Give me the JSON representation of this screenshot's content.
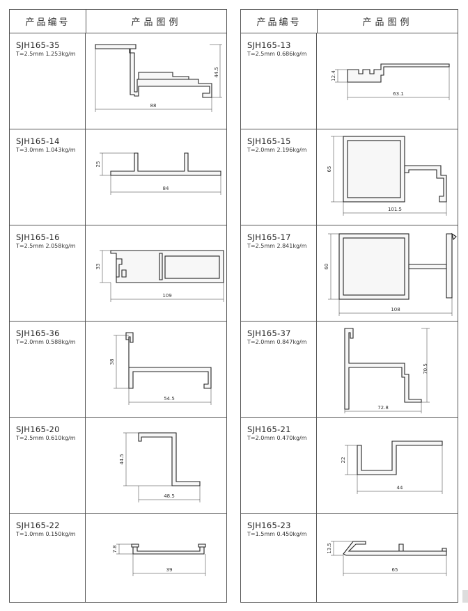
{
  "header": {
    "code_label": "产品编号",
    "figure_label": "产品图例"
  },
  "left": [
    {
      "code": "SJH165-35",
      "spec": "T=2.5mm  1.253kg/m",
      "dims": [
        "88",
        "44.5"
      ]
    },
    {
      "code": "SJH165-14",
      "spec": "T=3.0mm  1.043kg/m",
      "dims": [
        "84",
        "25"
      ]
    },
    {
      "code": "SJH165-16",
      "spec": "T=2.5mm  2.058kg/m",
      "dims": [
        "109",
        "33"
      ]
    },
    {
      "code": "SJH165-36",
      "spec": "T=2.0mm  0.588kg/m",
      "dims": [
        "54.5",
        "38"
      ]
    },
    {
      "code": "SJH165-20",
      "spec": "T=2.5mm  0.610kg/m",
      "dims": [
        "48.5",
        "44.5"
      ]
    },
    {
      "code": "SJH165-22",
      "spec": "T=1.0mm  0.150kg/m",
      "dims": [
        "39",
        "7.8"
      ]
    }
  ],
  "right": [
    {
      "code": "SJH165-13",
      "spec": "T=2.5mm  0.686kg/m",
      "dims": [
        "63.1",
        "12.4"
      ]
    },
    {
      "code": "SJH165-15",
      "spec": "T=2.0mm  2.196kg/m",
      "dims": [
        "101.5",
        "65"
      ]
    },
    {
      "code": "SJH165-17",
      "spec": "T=2.5mm  2.841kg/m",
      "dims": [
        "108",
        "60"
      ]
    },
    {
      "code": "SJH165-37",
      "spec": "T=2.0mm  0.847kg/m",
      "dims": [
        "72.8",
        "70.5"
      ]
    },
    {
      "code": "SJH165-21",
      "spec": "T=2.0mm  0.470kg/m",
      "dims": [
        "44",
        "22"
      ]
    },
    {
      "code": "SJH165-23",
      "spec": "T=1.5mm  0.450kg/m",
      "dims": [
        "65",
        "13.5"
      ]
    }
  ]
}
